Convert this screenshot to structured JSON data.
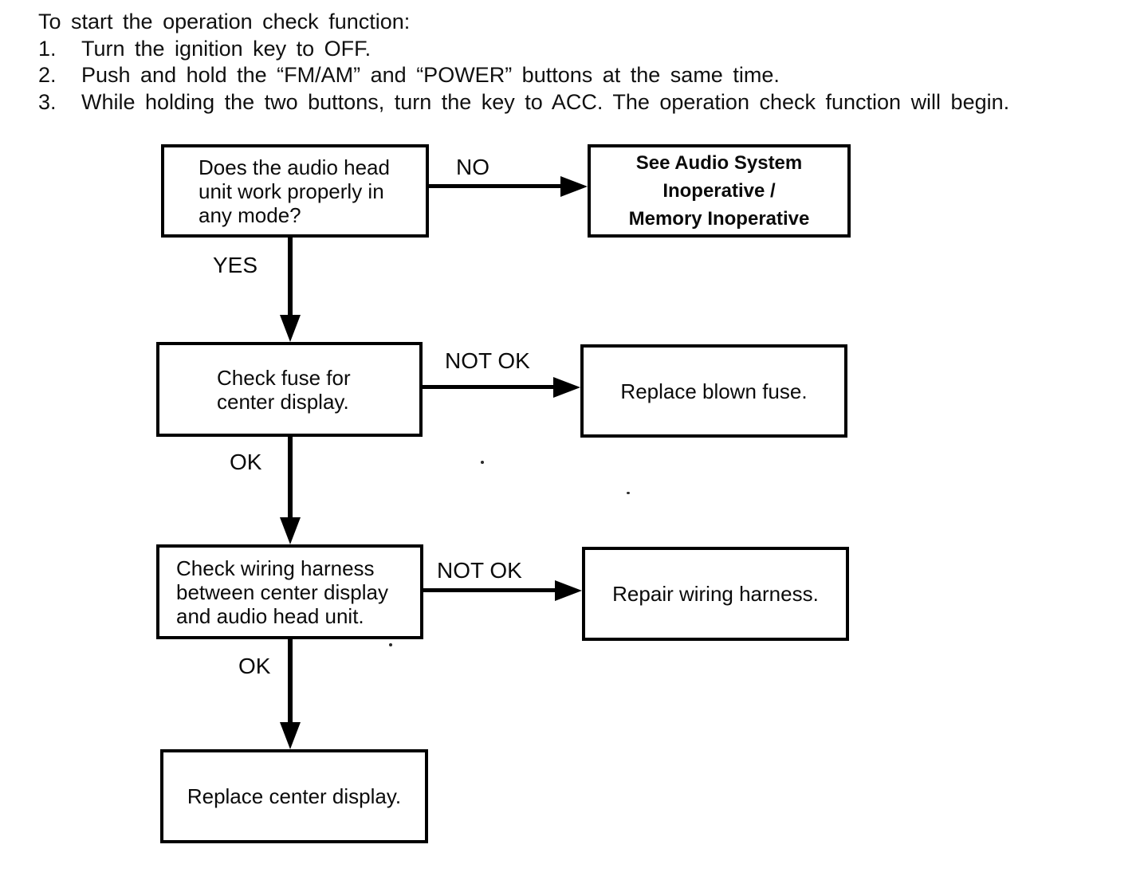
{
  "intro": {
    "title_line": "To start the operation check function:",
    "steps": [
      {
        "num": "1.",
        "text": "Turn the ignition key to OFF."
      },
      {
        "num": "2.",
        "text": "Push and hold the “FM/AM” and “POWER” buttons at the same time."
      },
      {
        "num": "3.",
        "text": "While holding the two buttons, turn the key to ACC. The operation check function will begin."
      }
    ]
  },
  "flowchart": {
    "nodes": {
      "q_audio": {
        "text": "Does the audio head\nunit work properly in\nany mode?"
      },
      "see_audio": {
        "text": "See Audio System\nInoperative /\nMemory Inoperative"
      },
      "check_fuse": {
        "text": "Check fuse for\ncenter display."
      },
      "replace_fuse": {
        "text": "Replace blown fuse."
      },
      "check_harness": {
        "text": "Check wiring harness\nbetween center display\nand audio head unit."
      },
      "repair_harness": {
        "text": "Repair wiring harness."
      },
      "replace_display": {
        "text": "Replace center display."
      }
    },
    "edge_labels": {
      "no": "NO",
      "yes": "YES",
      "not_ok_1": "NOT OK",
      "ok_1": "OK",
      "not_ok_2": "NOT OK",
      "ok_2": "OK"
    },
    "colors": {
      "ink": "#000000",
      "background": "#ffffff"
    }
  }
}
